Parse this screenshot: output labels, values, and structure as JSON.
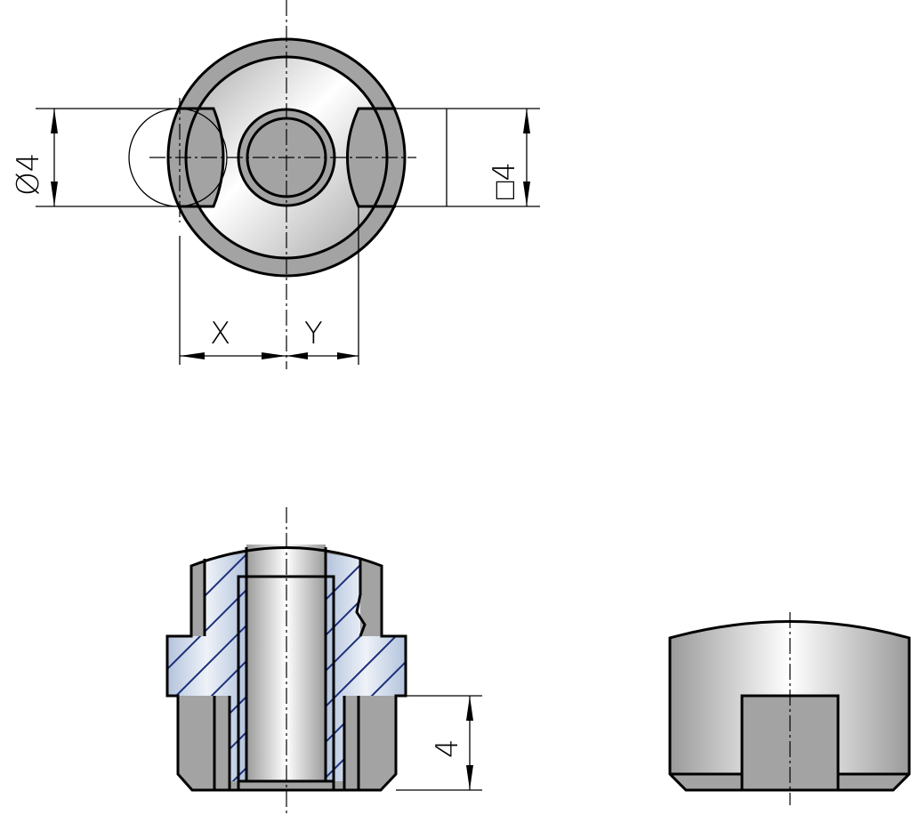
{
  "drawing": {
    "top_view": {
      "diameter_label": "Ø4",
      "square_label": "□4",
      "x_label": "X",
      "y_label": "Y"
    },
    "section_view": {
      "height_label": "4"
    }
  },
  "colors": {
    "solid_grey": "#a3a3a3",
    "hatch_fill": "#b3c3dc",
    "hatch_line": "#1c2f7a"
  }
}
